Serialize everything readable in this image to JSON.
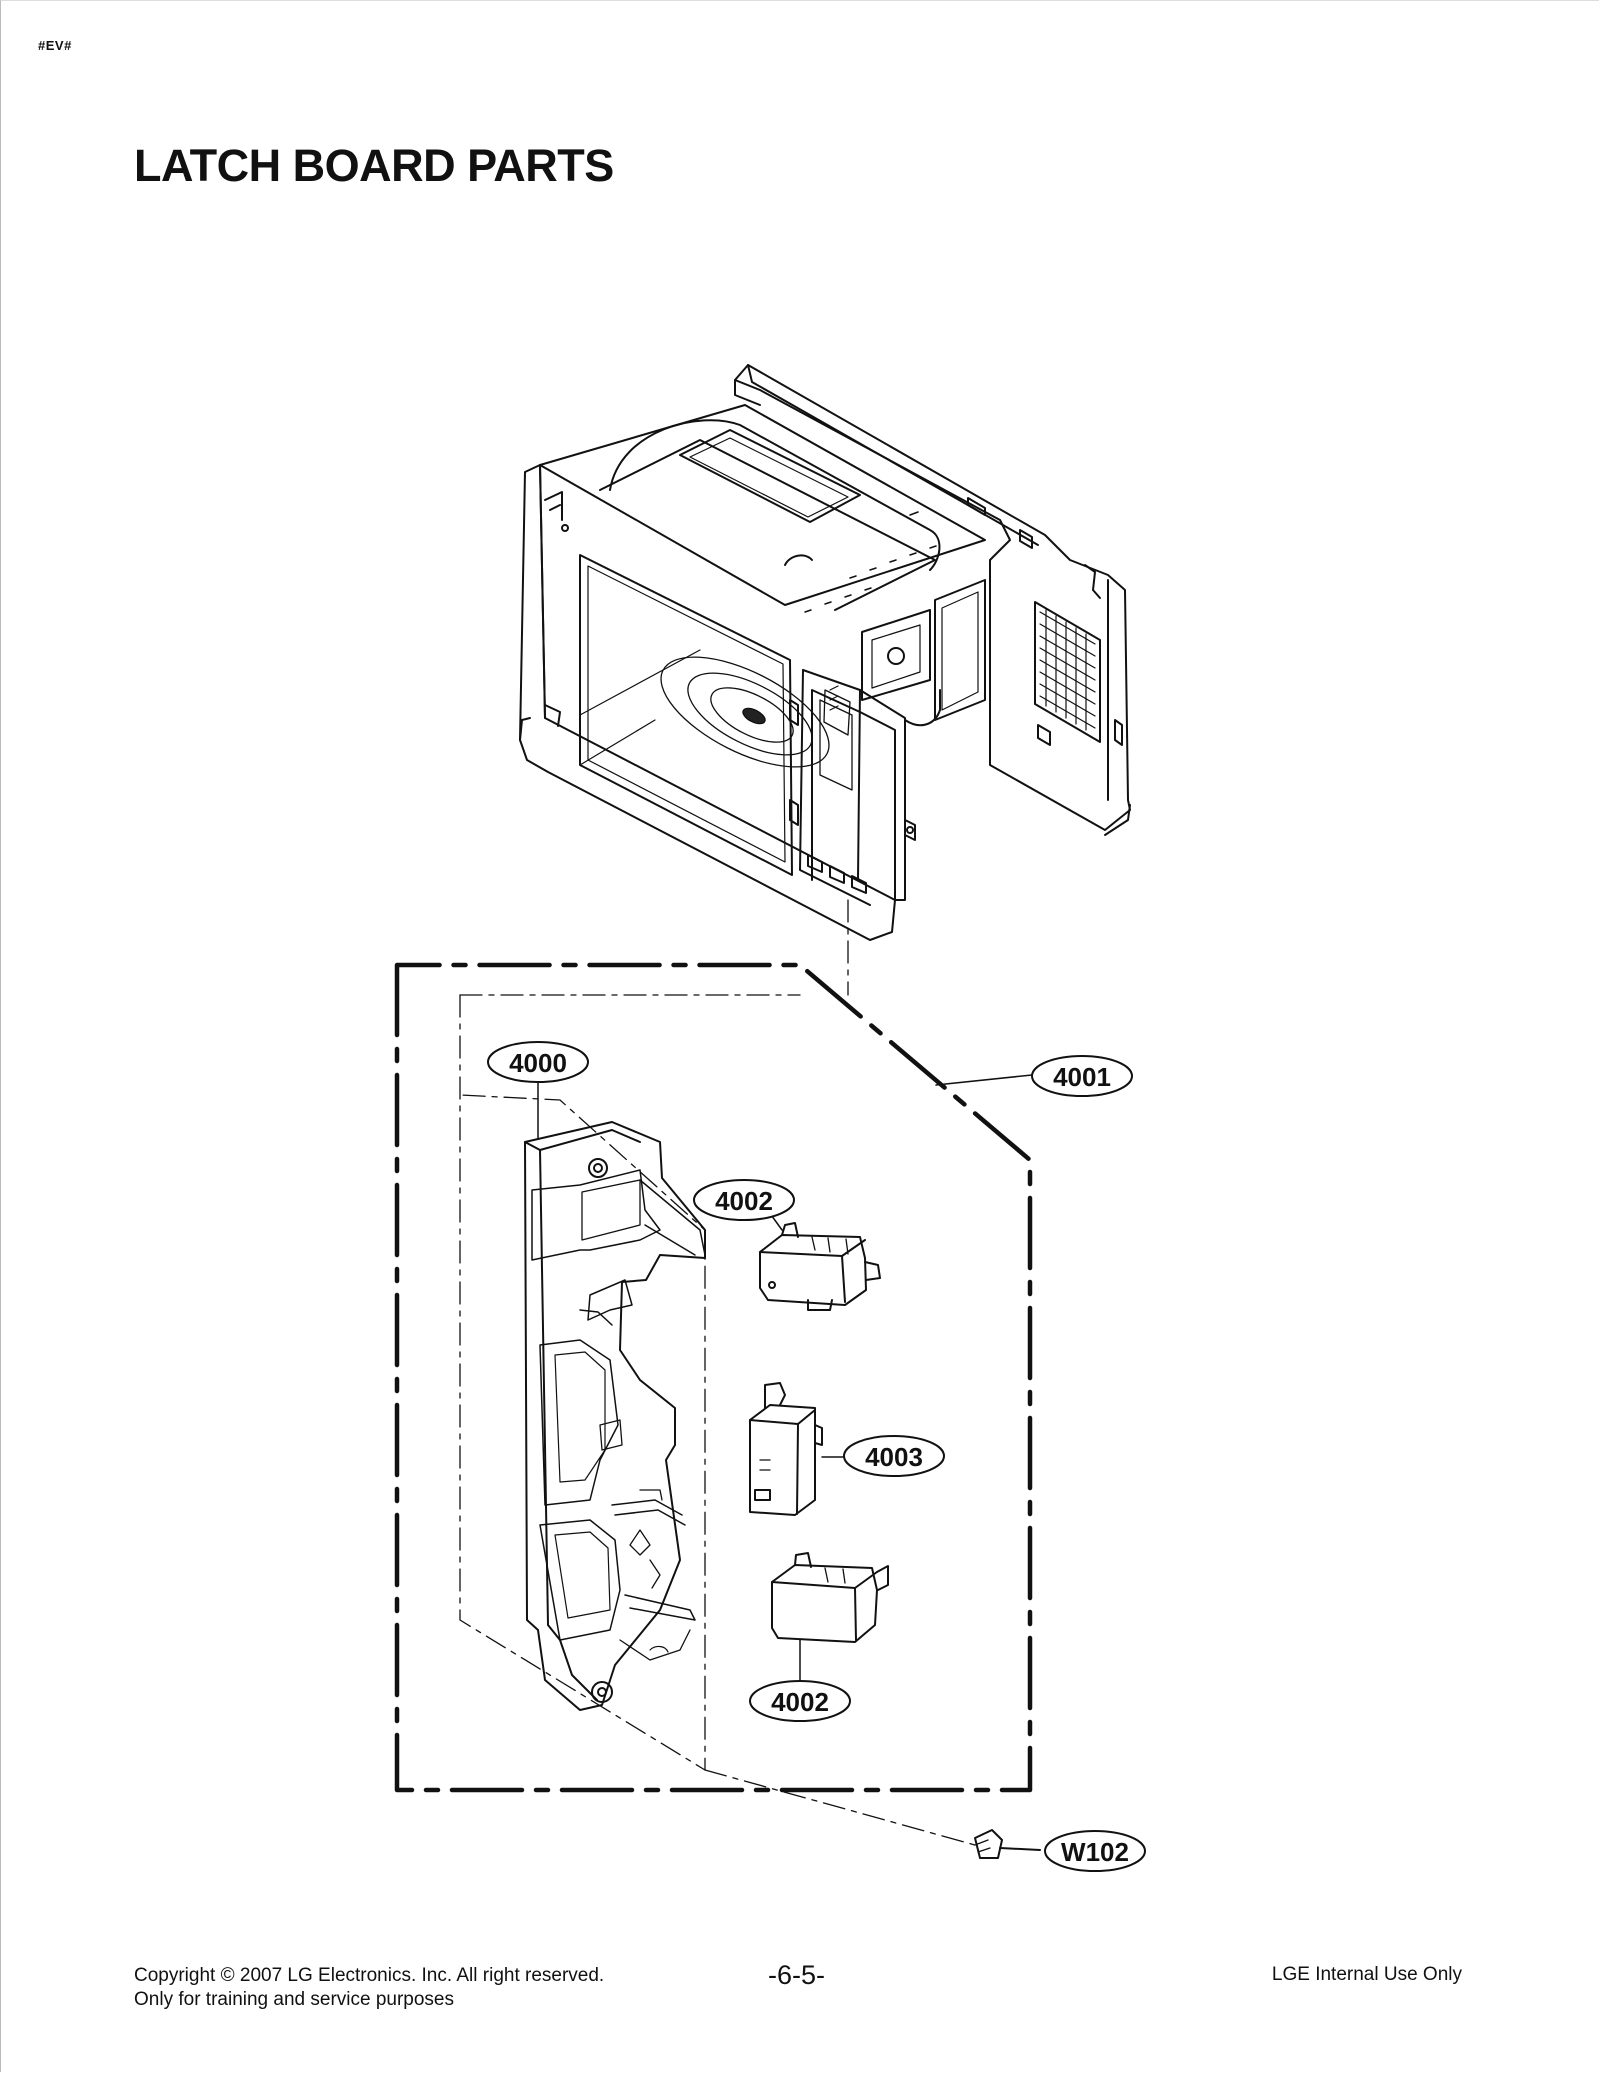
{
  "header": {
    "doc_code": "#EV#",
    "title": "LATCH BOARD PARTS"
  },
  "callouts": {
    "latch_board": "4000",
    "assembly": "4001",
    "switch_top": "4002",
    "switch_middle": "4003",
    "switch_bottom": "4002",
    "screw": "W102"
  },
  "footer": {
    "copyright": "Copyright © 2007 LG Electronics. Inc. All right reserved.",
    "training_note": "Only for training and service purposes",
    "page_number": "-6-5-",
    "internal_note": "LGE Internal Use Only"
  }
}
